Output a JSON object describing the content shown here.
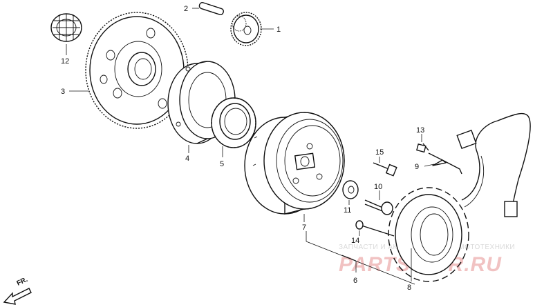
{
  "callouts": {
    "c1": "1",
    "c2": "2",
    "c3": "3",
    "c4": "4",
    "c5": "5",
    "c6": "6",
    "c7": "7",
    "c8": "8",
    "c9": "9",
    "c10": "10",
    "c11": "11",
    "c12": "12",
    "c13": "13",
    "c14": "14",
    "c15": "15"
  },
  "direction": {
    "label": "FR."
  },
  "watermark": {
    "caption": "ЗАПЧАСТИ И АКСЕССУАРЫ ДЛЯ МОТОТЕХНИКИ",
    "brand": "PARTS-FOR.RU"
  },
  "colors": {
    "line": "#111111",
    "watermark_text": "#d9d9d9",
    "watermark_brand": "#e07878"
  }
}
